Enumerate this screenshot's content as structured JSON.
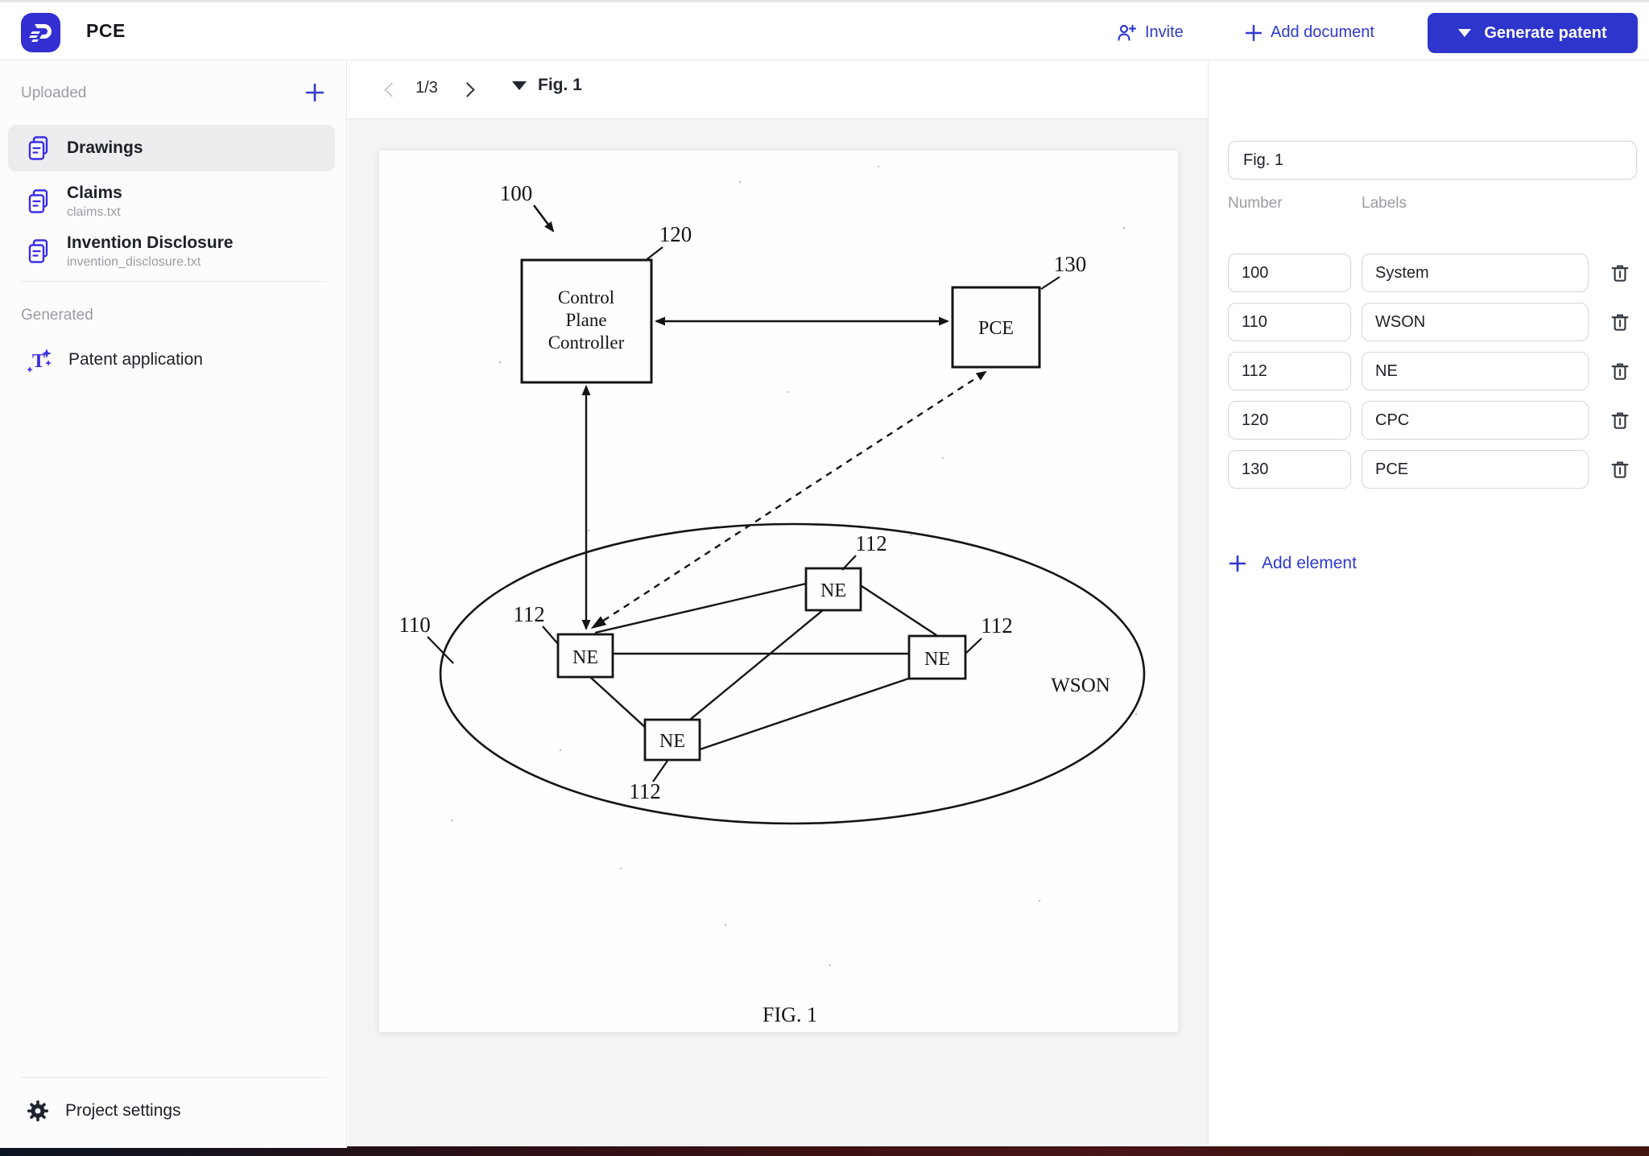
{
  "app": {
    "title": "PCE"
  },
  "topbar": {
    "invite_label": "Invite",
    "add_document_label": "Add document",
    "generate_patent_label": "Generate patent"
  },
  "sidebar": {
    "uploaded_header": "Uploaded",
    "items": [
      {
        "label": "Drawings",
        "sublabel": ""
      },
      {
        "label": "Claims",
        "sublabel": "claims.txt"
      },
      {
        "label": "Invention Disclosure",
        "sublabel": "invention_disclosure.txt"
      }
    ],
    "generated_header": "Generated",
    "generated_item": {
      "label": "Patent application"
    },
    "project_settings_label": "Project settings"
  },
  "toolbar": {
    "page_indicator": "1/3",
    "figure_selector": "Fig. 1"
  },
  "panel": {
    "figure_name": "Fig. 1",
    "number_header": "Number",
    "labels_header": "Labels",
    "rows": [
      {
        "number": "100",
        "label": "System"
      },
      {
        "number": "110",
        "label": "WSON"
      },
      {
        "number": "112",
        "label": "NE"
      },
      {
        "number": "120",
        "label": "CPC"
      },
      {
        "number": "130",
        "label": "PCE"
      }
    ],
    "add_element_label": "Add element"
  },
  "figure": {
    "caption": "FIG. 1",
    "cpc_lines": [
      "Control",
      "Plane",
      "Controller"
    ],
    "pce_label": "PCE",
    "ne_label": "NE",
    "wson_label": "WSON",
    "ref_100": "100",
    "ref_110": "110",
    "ref_112": "112",
    "ref_120": "120",
    "ref_130": "130"
  },
  "colors": {
    "accent": "#2e3acd",
    "icon_blue": "#3a2ee6",
    "figure_ink": "#141414"
  }
}
